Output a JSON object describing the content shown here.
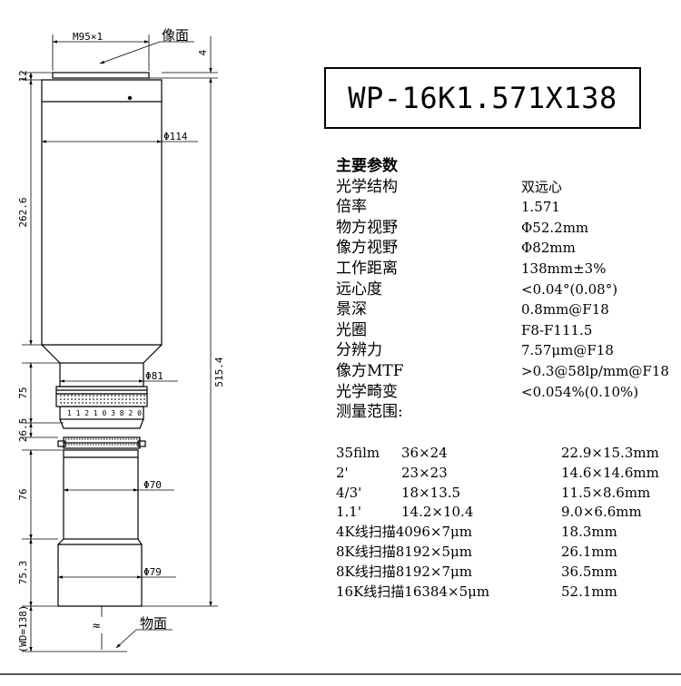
{
  "drawing": {
    "labels": {
      "image_plane": "像面",
      "object_plane": "物面",
      "thread": "M95×1",
      "dim_12": "12",
      "dim_4": "4",
      "dim_262_6": "262.6",
      "dim_75": "75",
      "dim_26_5": "26.5",
      "dim_76": "76",
      "dim_75_3": "75.3",
      "dim_wd": "(WD=138)",
      "dim_total": "515.4",
      "dia_114": "Φ114",
      "dia_81": "Φ81",
      "dia_70": "Φ70",
      "dia_79": "Φ79",
      "ring_text": "1 1 2 1 0 3 8 2 0",
      "break_mark": "≈"
    }
  },
  "model": "WP-16K1.571X138",
  "specs": {
    "heading": "主要参数",
    "rows": [
      {
        "label": "光学结构",
        "value": "双远心"
      },
      {
        "label": "倍率",
        "value": "1.571"
      },
      {
        "label": "物方视野",
        "value": "Φ52.2mm"
      },
      {
        "label": "像方视野",
        "value": "Φ82mm"
      },
      {
        "label": "工作距离",
        "value": "138mm±3%"
      },
      {
        "label": "远心度",
        "value": "<0.04°(0.08°)"
      },
      {
        "label": "景深",
        "value": "0.8mm@F18"
      },
      {
        "label": "光圈",
        "value": "F8-F111.5"
      },
      {
        "label": "分辨力",
        "value": "7.57μm@F18"
      },
      {
        "label": "像方MTF",
        "value": ">0.3@58lp/mm@F18"
      },
      {
        "label": "光学畸变",
        "value": "<0.054%(0.10%)"
      },
      {
        "label": "测量范围:",
        "value": ""
      }
    ]
  },
  "ranges": [
    {
      "name": "35film",
      "size": "36×24",
      "field": "22.9×15.3mm"
    },
    {
      "name": "2'",
      "size": "23×23",
      "field": "14.6×14.6mm"
    },
    {
      "name": "4/3'",
      "size": "18×13.5",
      "field": "11.5×8.6mm"
    },
    {
      "name": "1.1'",
      "size": "14.2×10.4",
      "field": "9.0×6.6mm"
    },
    {
      "name": "4K线扫描4096×7μm",
      "size": "",
      "field": "18.3mm"
    },
    {
      "name": "8K线扫描8192×5μm",
      "size": "",
      "field": "26.1mm"
    },
    {
      "name": "8K线扫描8192×7μm",
      "size": "",
      "field": "36.5mm"
    },
    {
      "name": "16K线扫描16384×5μm",
      "size": "",
      "field": "52.1mm"
    }
  ]
}
